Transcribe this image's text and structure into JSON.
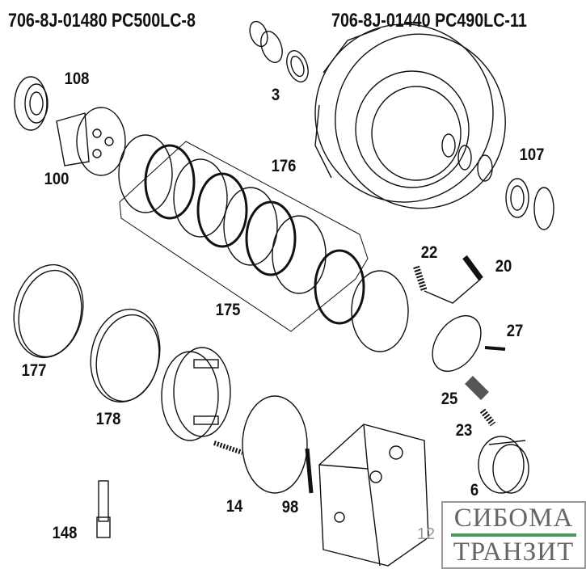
{
  "header": {
    "left_title": "706-8J-01480 PC500LC-8",
    "right_title": "706-8J-01440 PC490LC-11"
  },
  "callouts": {
    "c108": "108",
    "c3": "3",
    "c100": "100",
    "c176": "176",
    "c107": "107",
    "c22": "22",
    "c20": "20",
    "c27": "27",
    "c175": "175",
    "c177": "177",
    "c25": "25",
    "c23": "23",
    "c178": "178",
    "c6": "6",
    "c14": "14",
    "c98": "98",
    "c148": "148",
    "c12": "12"
  },
  "watermark": {
    "line1": "СИБОМА",
    "line2": "ТРАНЗИТ"
  }
}
